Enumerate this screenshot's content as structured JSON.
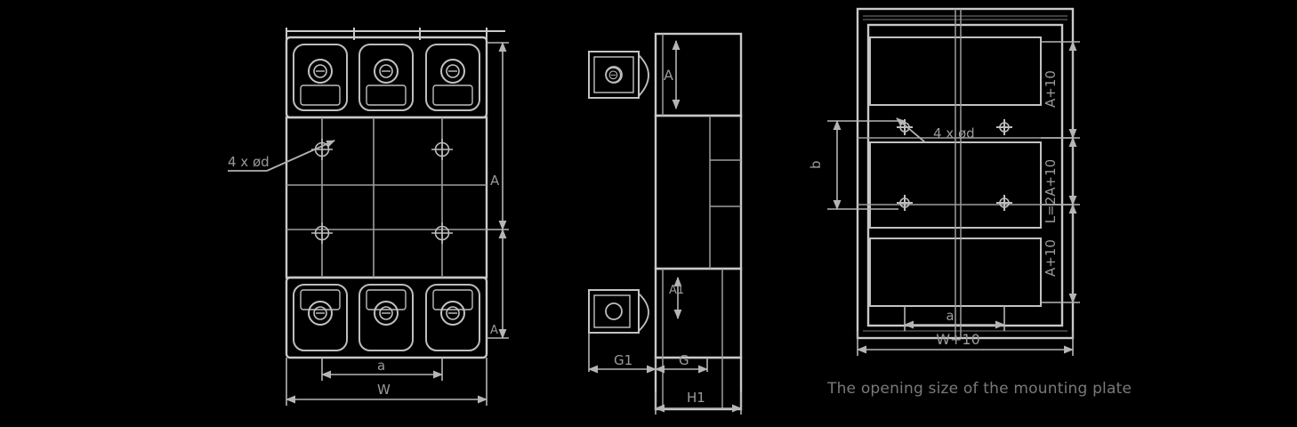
{
  "drawing": {
    "title_caption": "The opening size of the mounting plate",
    "background_color": "#000000",
    "line_color": "#c9c9c9",
    "thin_line_color": "#8e8e8e",
    "label_color": "#9a9a9a",
    "caption_color": "#7a7a7a",
    "views": [
      {
        "id": "front-view",
        "name": "Front view"
      },
      {
        "id": "side-view",
        "name": "Side view"
      },
      {
        "id": "mounting-plate-view",
        "name": "Mounting plate opening view"
      }
    ]
  },
  "front_view": {
    "labels": {
      "hole_callout": "4 x ød",
      "width_inner": "a",
      "width_outer": "W",
      "height_upper": "A",
      "height_lower": "A"
    }
  },
  "side_view": {
    "labels": {
      "depth_main": "A",
      "depth_lower": "A1",
      "offset_left": "G1",
      "offset_right": "G",
      "bottom_total": "H1"
    }
  },
  "mounting_plate_view": {
    "labels": {
      "hole_callout": "4 x ød",
      "pitch_top": "A+10",
      "pitch_total": "L=2A+10",
      "pitch_bottom": "A+10",
      "side_left": "b",
      "width_inner": "a",
      "width_outer": "W+10"
    },
    "caption": "The opening size of the mounting plate"
  }
}
